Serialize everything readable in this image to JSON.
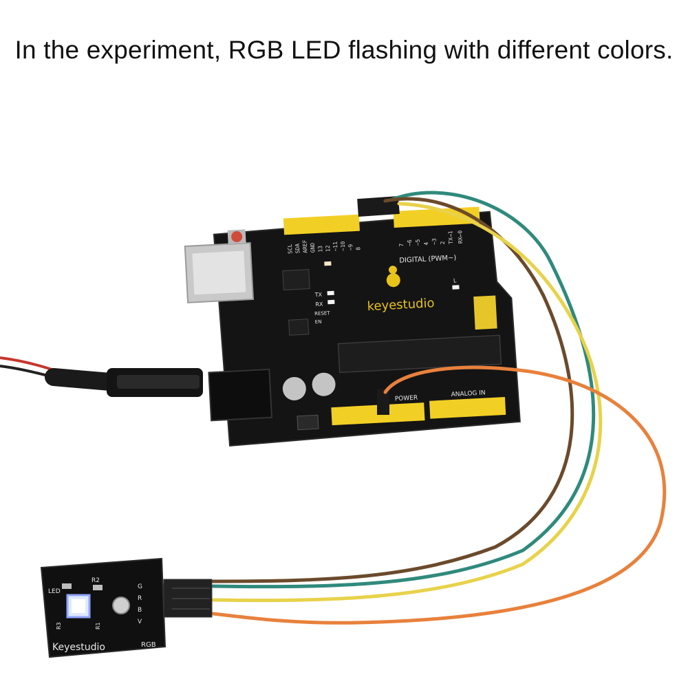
{
  "caption": "In the experiment, RGB LED flashing with different colors.",
  "board": {
    "brand": "keyestudio",
    "digital_label": "DIGITAL (PWM~)",
    "power_label": "POWER",
    "analog_label": "ANALOG IN",
    "pin_labels_left": [
      "SCL",
      "SDA",
      "AREF",
      "GND",
      "13",
      "12",
      "~11",
      "~10",
      "~9",
      "8"
    ],
    "pin_labels_right": [
      "7",
      "~6",
      "~5",
      "4",
      "~3",
      "2",
      "TX→1",
      "RX←0"
    ],
    "tx": "TX",
    "rx": "RX",
    "reset": "RESET",
    "en": "EN",
    "l": "L"
  },
  "module": {
    "brand": "Keyestudio",
    "name": "RGB",
    "led": "LED",
    "r1": "R1",
    "r2": "R2",
    "r3": "R3",
    "pins": [
      "G",
      "R",
      "B",
      "V"
    ]
  },
  "colors": {
    "pcb": "#151515",
    "header": "#f2cf25",
    "wire_green": "#2f8a7c",
    "wire_brown": "#6b4a2b",
    "wire_yellow": "#e8d24a",
    "wire_orange": "#e8813c"
  }
}
